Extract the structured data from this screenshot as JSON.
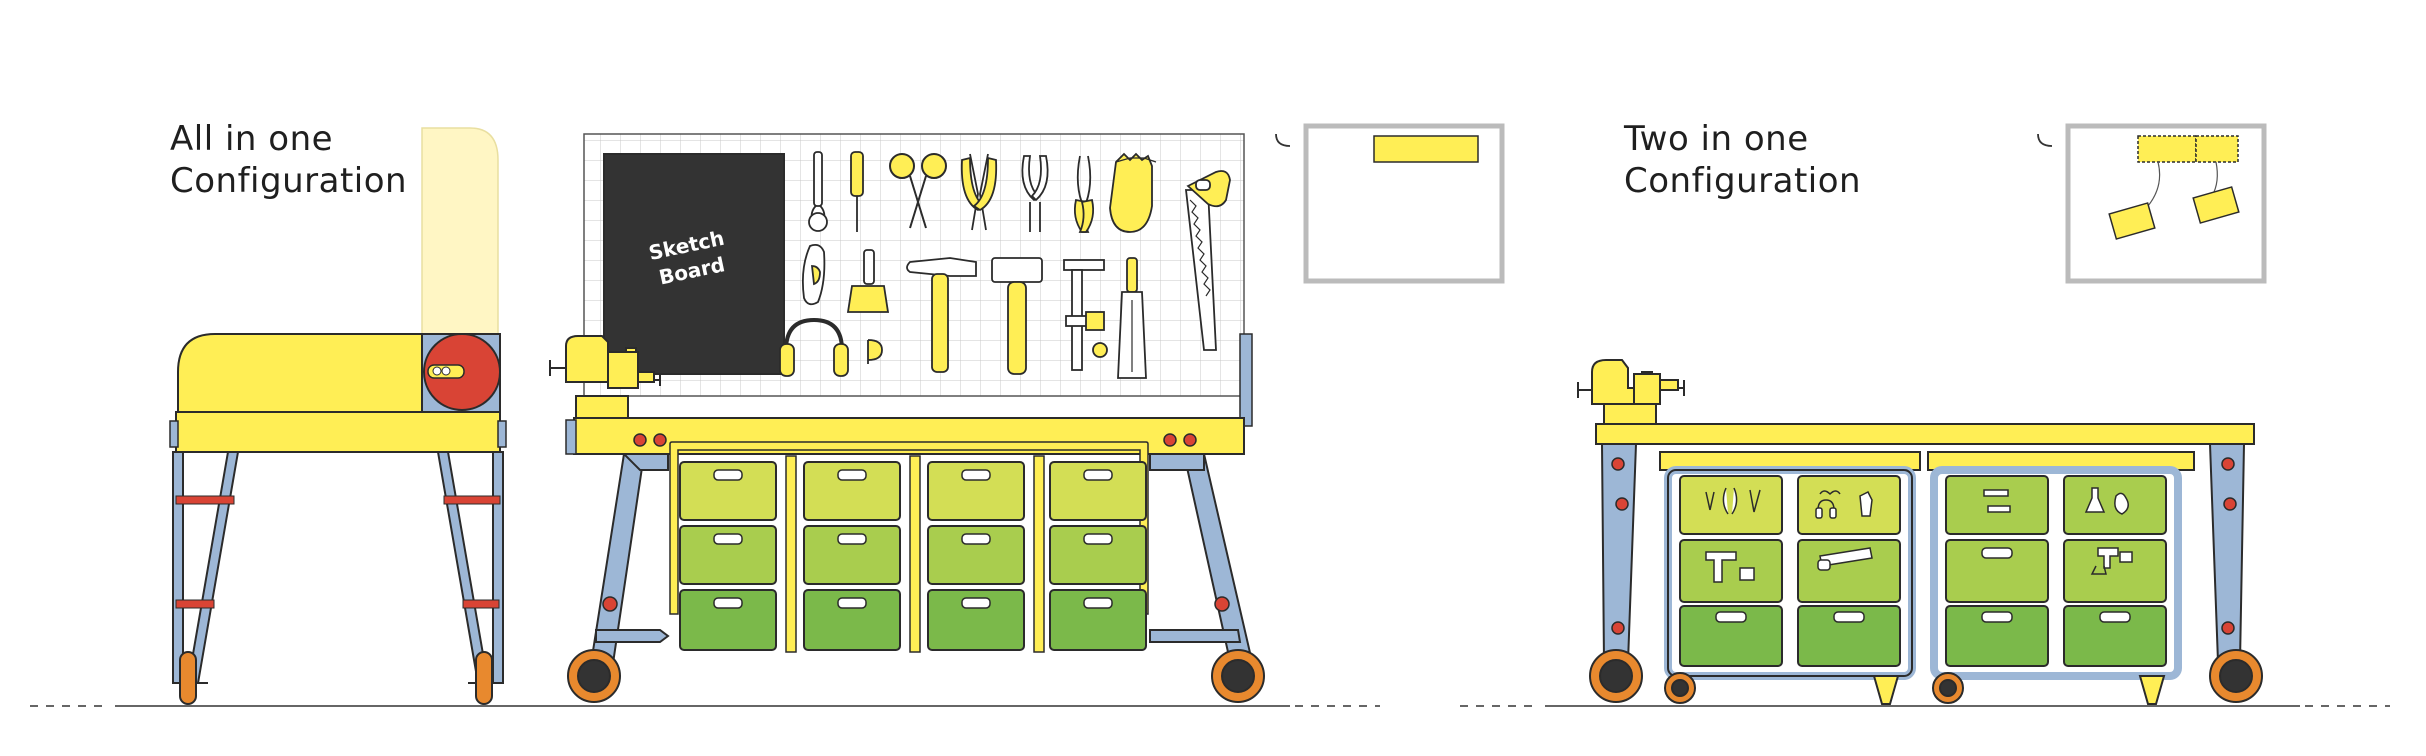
{
  "configs": {
    "all_in_one": {
      "line1": "All in one",
      "line2": "Configuration"
    },
    "two_in_one": {
      "line1": "Two in one",
      "line2": "Configuration"
    }
  },
  "sketch_board": {
    "line1": "Sketch",
    "line2": "Board"
  },
  "colors": {
    "yellow": "#FFEE55",
    "frame_blue": "#9DB7D6",
    "outline": "#2B2B2B",
    "red_dot": "#D5302B",
    "wheel_orange": "#E8892E",
    "wheel_dark": "#333333",
    "bin_light": "#D3DE55",
    "bin_mid": "#A9CD4E",
    "bin_dark": "#7BB94A",
    "chalkboard": "#333333",
    "drum_red": "#D94435",
    "screen_grey": "#BBBBBB"
  }
}
